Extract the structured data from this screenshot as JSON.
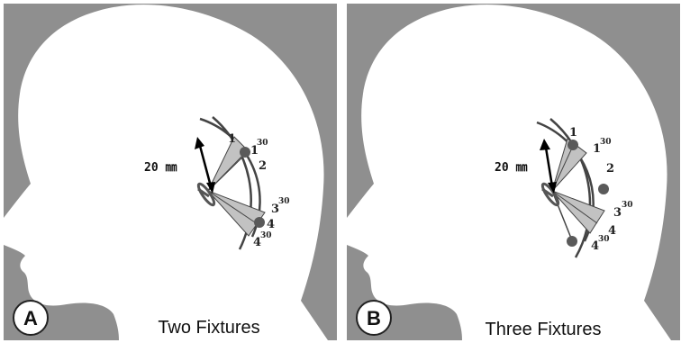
{
  "colors": {
    "background": "#8f8f8f",
    "head": "#ffffff",
    "outline": "#444444",
    "sector_fill": "#c2c2c2",
    "fixture": "#5a5a5a"
  },
  "panels": [
    {
      "letter": "A",
      "caption": "Two Fixtures",
      "distance_label": "20 ㎜",
      "positions": [
        "1",
        "1",
        "2",
        "3",
        "4",
        "4"
      ],
      "superscripts": [
        "30",
        "30",
        "30"
      ]
    },
    {
      "letter": "B",
      "caption": "Three Fixtures",
      "distance_label": "20 ㎜",
      "positions": [
        "1",
        "1",
        "2",
        "3",
        "4",
        "4"
      ],
      "superscripts": [
        "30",
        "30",
        "30"
      ]
    }
  ]
}
